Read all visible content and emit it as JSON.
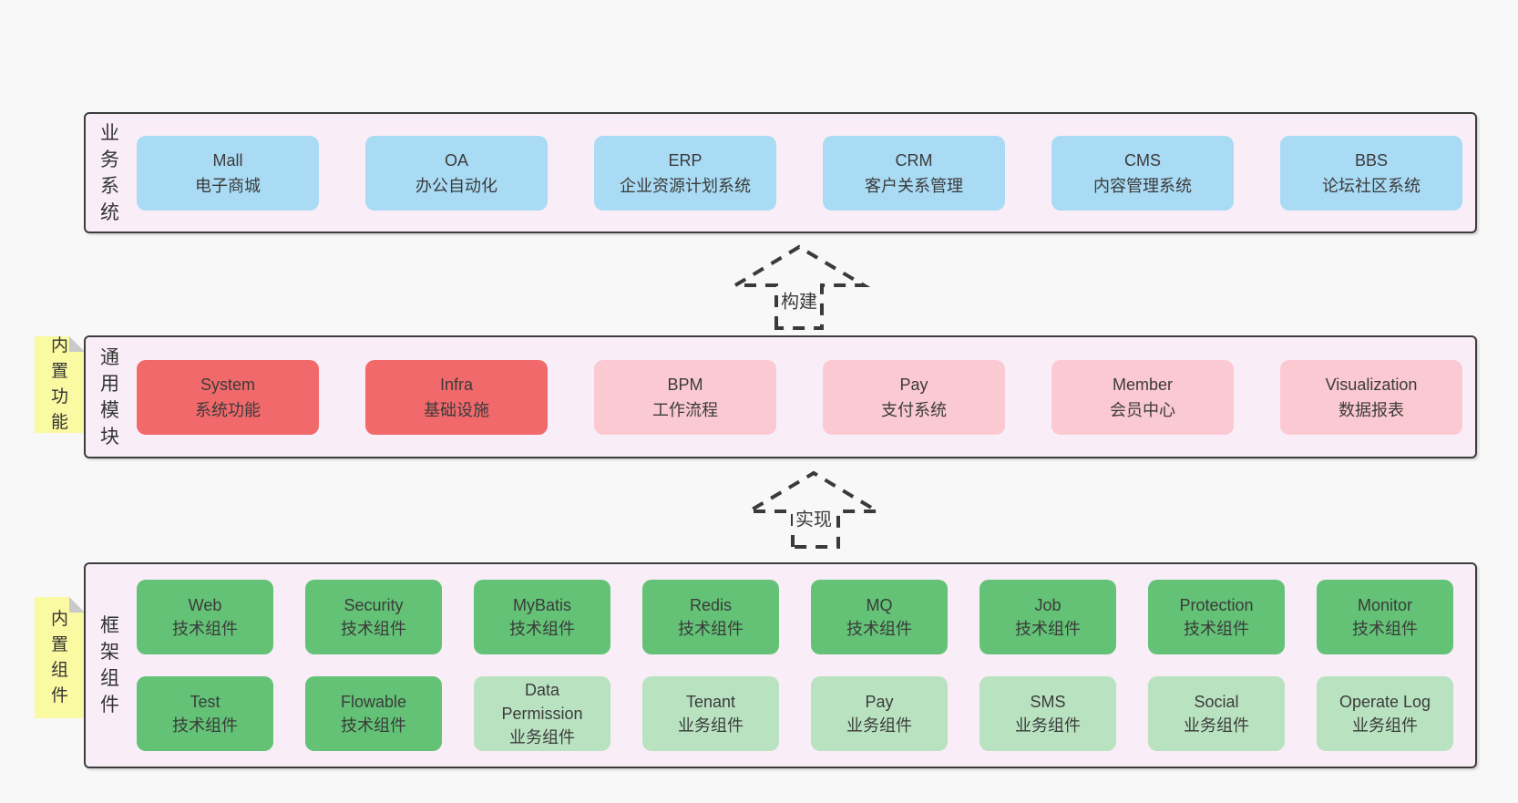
{
  "colors": {
    "page_bg": "#f8f8f8",
    "section_bg": "#f9eef8",
    "section_border": "#3d3d3d",
    "node_blue": "#a9dbf4",
    "node_red": "#f1696a",
    "node_pink": "#fbc9d2",
    "node_green": "#63c276",
    "node_light_green": "#b9e3c0",
    "note_yellow": "#fafaa2",
    "text": "#3b3b3b"
  },
  "sections": {
    "business": {
      "label": "业务系统",
      "items": [
        {
          "title": "Mall",
          "subtitle": "电子商城"
        },
        {
          "title": "OA",
          "subtitle": "办公自动化"
        },
        {
          "title": "ERP",
          "subtitle": "企业资源计划系统"
        },
        {
          "title": "CRM",
          "subtitle": "客户关系管理"
        },
        {
          "title": "CMS",
          "subtitle": "内容管理系统"
        },
        {
          "title": "BBS",
          "subtitle": "论坛社区系统"
        }
      ]
    },
    "modules": {
      "label": "通用模块",
      "note": "内置功能",
      "items": [
        {
          "title": "System",
          "subtitle": "系统功能"
        },
        {
          "title": "Infra",
          "subtitle": "基础设施"
        },
        {
          "title": "BPM",
          "subtitle": "工作流程"
        },
        {
          "title": "Pay",
          "subtitle": "支付系统"
        },
        {
          "title": "Member",
          "subtitle": "会员中心"
        },
        {
          "title": "Visualization",
          "subtitle": "数据报表"
        }
      ]
    },
    "components": {
      "label": "框架组件",
      "note": "内置组件",
      "row1": [
        {
          "title": "Web",
          "subtitle": "技术组件"
        },
        {
          "title": "Security",
          "subtitle": "技术组件"
        },
        {
          "title": "MyBatis",
          "subtitle": "技术组件"
        },
        {
          "title": "Redis",
          "subtitle": "技术组件"
        },
        {
          "title": "MQ",
          "subtitle": "技术组件"
        },
        {
          "title": "Job",
          "subtitle": "技术组件"
        },
        {
          "title": "Protection",
          "subtitle": "技术组件"
        },
        {
          "title": "Monitor",
          "subtitle": "技术组件"
        }
      ],
      "row2": [
        {
          "title": "Test",
          "subtitle": "技术组件"
        },
        {
          "title": "Flowable",
          "subtitle": "技术组件"
        },
        {
          "title": "Data Permission",
          "subtitle": "业务组件"
        },
        {
          "title": "Tenant",
          "subtitle": "业务组件"
        },
        {
          "title": "Pay",
          "subtitle": "业务组件"
        },
        {
          "title": "SMS",
          "subtitle": "业务组件"
        },
        {
          "title": "Social",
          "subtitle": "业务组件"
        },
        {
          "title": "Operate Log",
          "subtitle": "业务组件"
        }
      ]
    }
  },
  "arrows": {
    "build": {
      "label": "构建"
    },
    "implement": {
      "label": "实现"
    }
  }
}
